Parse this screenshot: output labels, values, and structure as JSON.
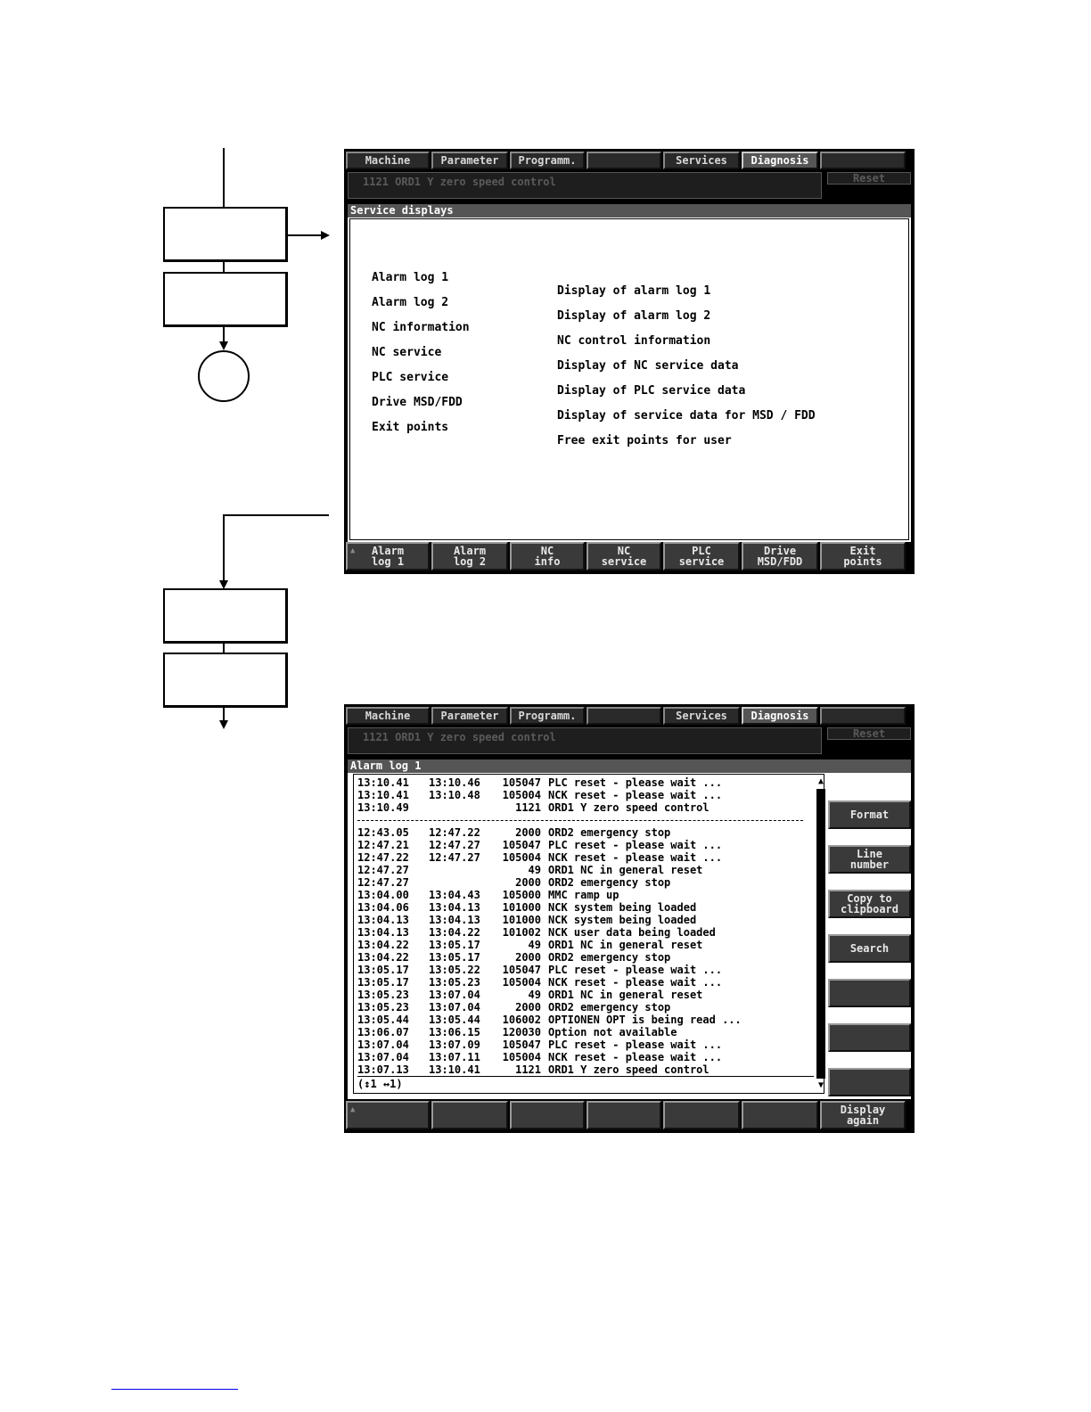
{
  "top_tabs": [
    {
      "label": "Machine",
      "active": false
    },
    {
      "label": "Parameter",
      "active": false
    },
    {
      "label": "Programm.",
      "active": false
    },
    {
      "label": "",
      "active": false
    },
    {
      "label": "Services",
      "active": false
    },
    {
      "label": "Diagnosis",
      "active": true
    },
    {
      "label": "",
      "active": false
    }
  ],
  "alarm_message": "1121 ORD1 Y zero speed control",
  "reset_label": "Reset",
  "service_screen": {
    "title": "Service displays",
    "items": [
      {
        "key": "Alarm log 1",
        "desc": "Display of alarm log 1"
      },
      {
        "key": "Alarm log 2",
        "desc": "Display of alarm log 2"
      },
      {
        "key": "NC information",
        "desc": "NC control information"
      },
      {
        "key": "NC service",
        "desc": "Display of NC service data"
      },
      {
        "key": "PLC service",
        "desc": "Display of PLC service data"
      },
      {
        "key": "Drive MSD/FDD",
        "desc": "Display of service data for MSD / FDD"
      },
      {
        "key": "Exit points",
        "desc": "Free exit points for user"
      }
    ],
    "softkeys": [
      {
        "line1": "Alarm",
        "line2": "log 1"
      },
      {
        "line1": "Alarm",
        "line2": "log 2"
      },
      {
        "line1": "NC",
        "line2": "info"
      },
      {
        "line1": "NC",
        "line2": "service"
      },
      {
        "line1": "PLC",
        "line2": "service"
      },
      {
        "line1": "Drive",
        "line2": "MSD/FDD"
      },
      {
        "line1": "Exit",
        "line2": "points"
      }
    ]
  },
  "alarm_screen": {
    "title": "Alarm log 1",
    "rows_top": [
      {
        "t1": "13:10.41",
        "t2": "13:10.46",
        "num": "105047",
        "msg": "PLC reset - please wait ..."
      },
      {
        "t1": "13:10.41",
        "t2": "13:10.48",
        "num": "105004",
        "msg": "NCK reset - please wait ..."
      },
      {
        "t1": "13:10.49",
        "t2": "",
        "num": "1121",
        "msg": "ORD1 Y zero speed control"
      }
    ],
    "rows": [
      {
        "t1": "12:43.05",
        "t2": "12:47.22",
        "num": "2000",
        "msg": "ORD2 emergency stop"
      },
      {
        "t1": "12:47.21",
        "t2": "12:47.27",
        "num": "105047",
        "msg": "PLC reset - please wait ..."
      },
      {
        "t1": "12:47.22",
        "t2": "12:47.27",
        "num": "105004",
        "msg": "NCK reset - please wait ..."
      },
      {
        "t1": "12:47.27",
        "t2": "",
        "num": "49",
        "msg": "ORD1 NC in general reset"
      },
      {
        "t1": "12:47.27",
        "t2": "",
        "num": "2000",
        "msg": "ORD2 emergency stop"
      },
      {
        "t1": "13:04.00",
        "t2": "13:04.43",
        "num": "105000",
        "msg": "MMC ramp up"
      },
      {
        "t1": "13:04.06",
        "t2": "13:04.13",
        "num": "101000",
        "msg": "NCK system being loaded"
      },
      {
        "t1": "13:04.13",
        "t2": "13:04.13",
        "num": "101000",
        "msg": "NCK system being loaded"
      },
      {
        "t1": "13:04.13",
        "t2": "13:04.22",
        "num": "101002",
        "msg": "NCK user data being loaded"
      },
      {
        "t1": "13:04.22",
        "t2": "13:05.17",
        "num": "49",
        "msg": "ORD1 NC in general reset"
      },
      {
        "t1": "13:04.22",
        "t2": "13:05.17",
        "num": "2000",
        "msg": "ORD2 emergency stop"
      },
      {
        "t1": "13:05.17",
        "t2": "13:05.22",
        "num": "105047",
        "msg": "PLC reset - please wait ..."
      },
      {
        "t1": "13:05.17",
        "t2": "13:05.23",
        "num": "105004",
        "msg": "NCK reset - please wait ..."
      },
      {
        "t1": "13:05.23",
        "t2": "13:07.04",
        "num": "49",
        "msg": "ORD1 NC in general reset"
      },
      {
        "t1": "13:05.23",
        "t2": "13:07.04",
        "num": "2000",
        "msg": "ORD2 emergency stop"
      },
      {
        "t1": "13:05.44",
        "t2": "13:05.44",
        "num": "106002",
        "msg": "OPTIONEN OPT is being read ..."
      },
      {
        "t1": "13:06.07",
        "t2": "13:06.15",
        "num": "120030",
        "msg": "Option not available"
      },
      {
        "t1": "13:07.04",
        "t2": "13:07.09",
        "num": "105047",
        "msg": "PLC reset - please wait ..."
      },
      {
        "t1": "13:07.04",
        "t2": "13:07.11",
        "num": "105004",
        "msg": "NCK reset - please wait ..."
      },
      {
        "t1": "13:07.13",
        "t2": "13:10.41",
        "num": "1121",
        "msg": "ORD1 Y zero speed control"
      }
    ],
    "status": "(↕1 ↔1)",
    "side_buttons": [
      {
        "line1": "Format",
        "line2": ""
      },
      {
        "line1": "Line",
        "line2": "number"
      },
      {
        "line1": "Copy to",
        "line2": "clipboard"
      },
      {
        "line1": "Search",
        "line2": ""
      },
      {
        "line1": "",
        "line2": ""
      },
      {
        "line1": "",
        "line2": ""
      },
      {
        "line1": "",
        "line2": ""
      }
    ],
    "softkeys": [
      {
        "line1": "",
        "line2": ""
      },
      {
        "line1": "",
        "line2": ""
      },
      {
        "line1": "",
        "line2": ""
      },
      {
        "line1": "",
        "line2": ""
      },
      {
        "line1": "",
        "line2": ""
      },
      {
        "line1": "",
        "line2": ""
      },
      {
        "line1": "Display",
        "line2": "again"
      }
    ]
  }
}
